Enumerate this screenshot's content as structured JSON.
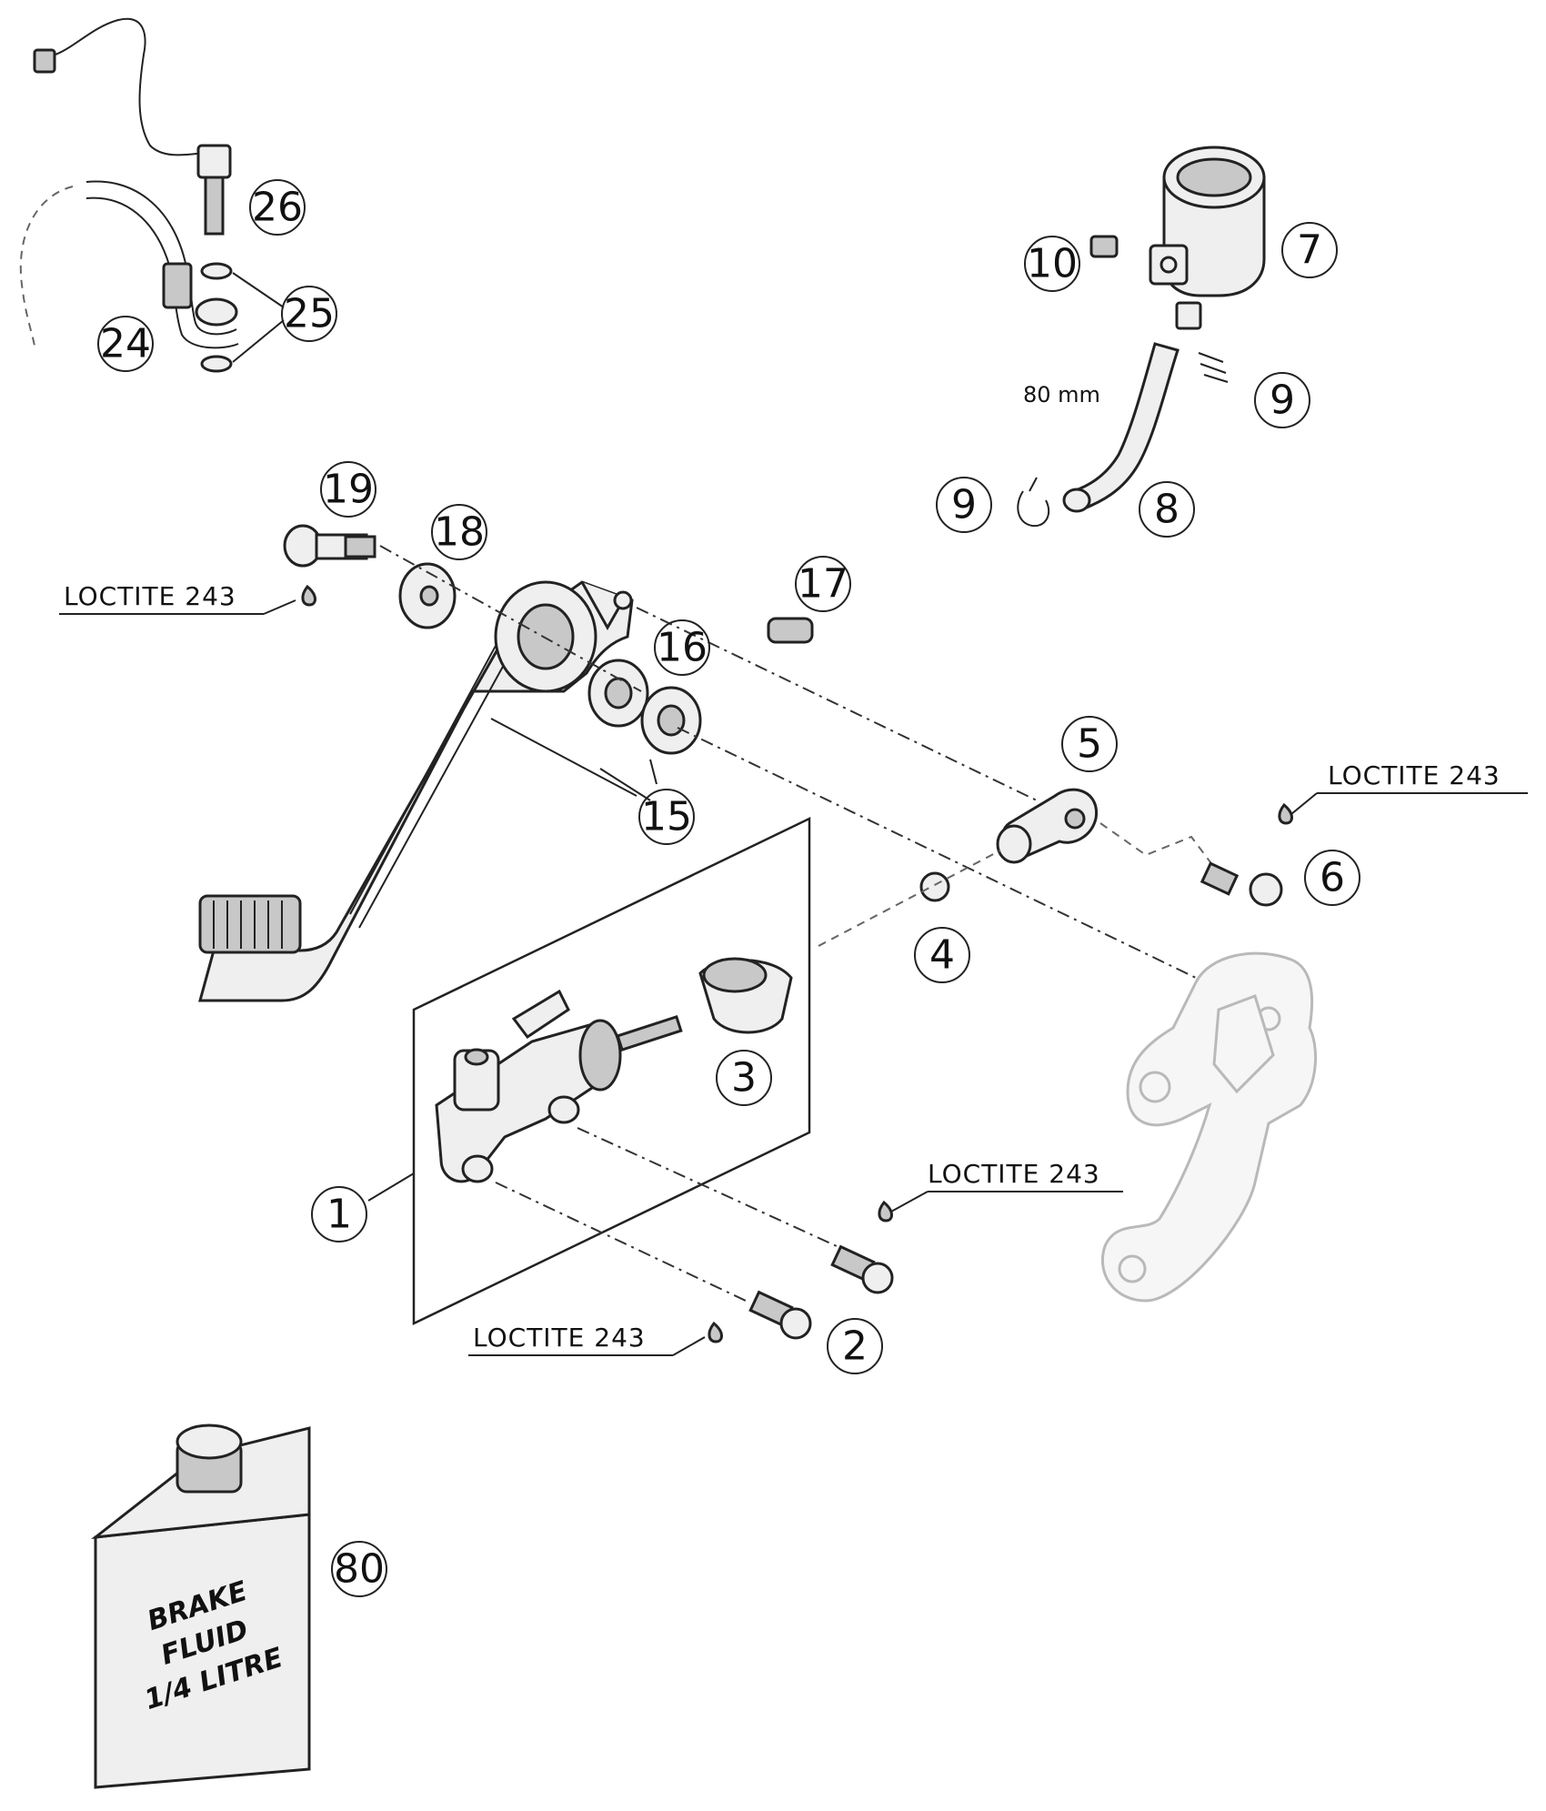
{
  "callouts": [
    {
      "id": "1",
      "label": "1"
    },
    {
      "id": "2",
      "label": "2"
    },
    {
      "id": "3",
      "label": "3"
    },
    {
      "id": "4",
      "label": "4"
    },
    {
      "id": "5",
      "label": "5"
    },
    {
      "id": "6",
      "label": "6"
    },
    {
      "id": "7",
      "label": "7"
    },
    {
      "id": "8",
      "label": "8"
    },
    {
      "id": "9a",
      "label": "9"
    },
    {
      "id": "9b",
      "label": "9"
    },
    {
      "id": "10",
      "label": "10"
    },
    {
      "id": "15",
      "label": "15"
    },
    {
      "id": "16",
      "label": "16"
    },
    {
      "id": "17",
      "label": "17"
    },
    {
      "id": "18",
      "label": "18"
    },
    {
      "id": "19",
      "label": "19"
    },
    {
      "id": "24",
      "label": "24"
    },
    {
      "id": "25",
      "label": "25"
    },
    {
      "id": "26",
      "label": "26"
    },
    {
      "id": "80",
      "label": "80"
    }
  ],
  "notes": {
    "loctite_pedal_bolt": "LOCTITE 243",
    "loctite_clevis_bolt": "LOCTITE 243",
    "loctite_cylinder_upper": "LOCTITE 243",
    "loctite_cylinder_lower": "LOCTITE 243"
  },
  "hose_length": "80 mm",
  "container_label": [
    "BRAKE",
    "FLUID",
    "1/4 LITRE"
  ]
}
